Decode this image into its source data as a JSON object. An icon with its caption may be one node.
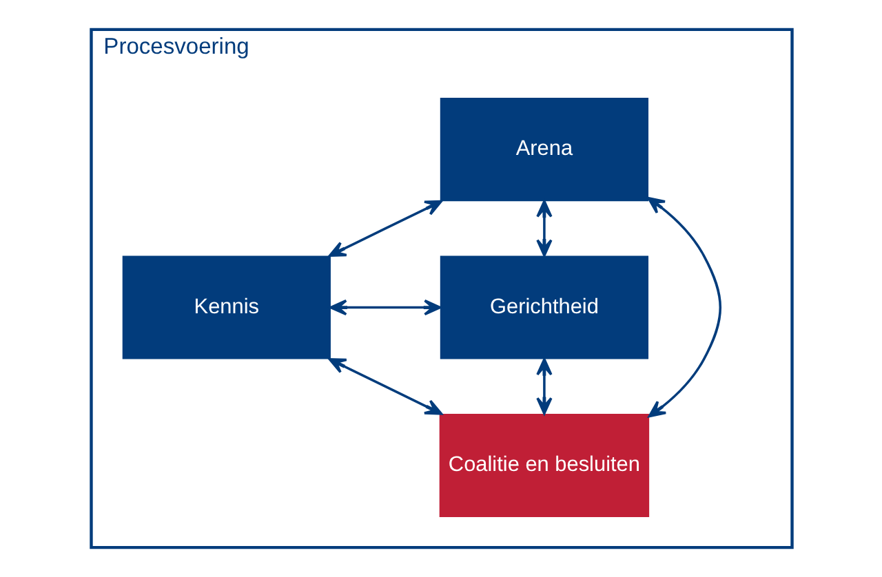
{
  "diagram": {
    "nodes": [
      {
        "text": [
          "Procesvoering"
        ]
      },
      {
        "text": [
          "Arena"
        ],
        "in": 0
      },
      {
        "text": [
          "Kennis"
        ],
        "in": 0
      },
      {
        "text": [
          "Gerichtheid"
        ],
        "in": 0
      },
      {
        "text": [
          "Coalitie en besluiten"
        ],
        "in": 0
      }
    ],
    "edges": [
      {
        "from": 1,
        "to": 2,
        "arrow": "both"
      },
      {
        "from": 1,
        "to": 3,
        "arrow": "both"
      },
      {
        "from": 2,
        "to": 3,
        "arrow": "both"
      },
      {
        "from": 1,
        "to": 4,
        "arrow": "both"
      },
      {
        "from": 2,
        "to": 4,
        "arrow": "both"
      },
      {
        "from": 3,
        "to": 4,
        "arrow": "both"
      }
    ]
  }
}
